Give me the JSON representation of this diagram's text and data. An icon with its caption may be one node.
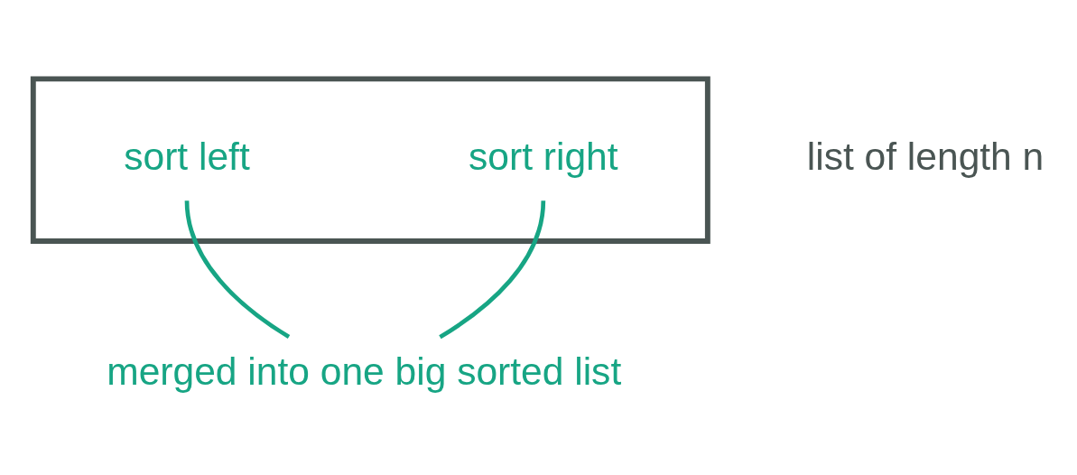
{
  "diagram": {
    "nodes": [
      {
        "text": [],
        "shape": "box",
        "beside": [
          "list of length n"
        ]
      },
      {
        "text": [
          "sort left"
        ],
        "in": 0
      },
      {
        "text": [
          "sort right"
        ],
        "in": 0
      },
      {
        "text": [
          "merged into one big sorted list"
        ]
      }
    ],
    "edges": [
      {
        "from": 1,
        "to": 3,
        "arrow": "none",
        "color": "#17a584"
      },
      {
        "from": 2,
        "to": 3,
        "arrow": "none",
        "color": "#17a584"
      }
    ]
  }
}
